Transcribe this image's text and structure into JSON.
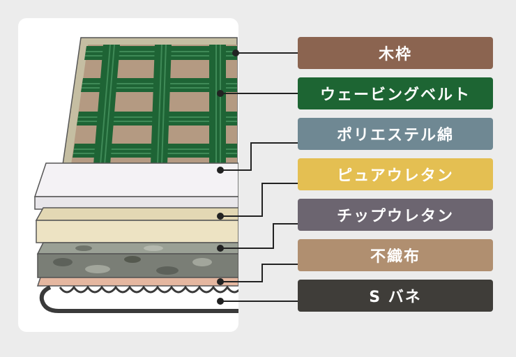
{
  "labels": [
    {
      "id": "wood-frame",
      "text": "木枠",
      "color": "#8b6450"
    },
    {
      "id": "webbing-belt",
      "text": "ウェービングベルト",
      "color": "#1d6533"
    },
    {
      "id": "polyester-wadding",
      "text": "ポリエステル綿",
      "color": "#6f8893"
    },
    {
      "id": "pure-urethane",
      "text": "ピュアウレタン",
      "color": "#e4bf52"
    },
    {
      "id": "chip-urethane",
      "text": "チップウレタン",
      "color": "#6c6570"
    },
    {
      "id": "nonwoven-fabric",
      "text": "不織布",
      "color": "#b08f70"
    },
    {
      "id": "s-spring",
      "text": "S バネ",
      "color": "#3f3d39"
    }
  ],
  "colors": {
    "card": "#ffffff",
    "background": "#ececec",
    "frame": "#c5bea2",
    "frame_inner": "#b49a82",
    "belt": "#1e6435",
    "belt_stripe": "#3f8a57",
    "wadding": "#f4f2f5",
    "pure_urethane": "#ede3c3",
    "chip_urethane": "#7a7e76",
    "nonwoven": "#e5b7a0",
    "spring": "#3a3a3a",
    "leader": "#222222"
  }
}
